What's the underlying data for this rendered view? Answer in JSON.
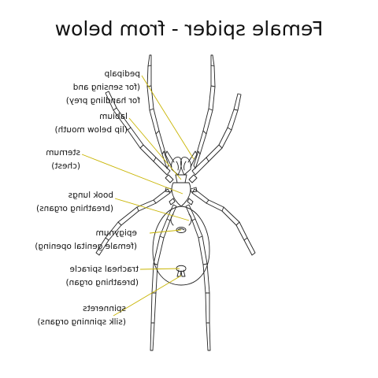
{
  "diagram": {
    "title": "Female spider - from below",
    "colors": {
      "leader_line": "#c8b400",
      "outline": "#222222",
      "text": "#111111"
    },
    "labels": [
      {
        "id": "pedipalp",
        "name": "pedipalp",
        "desc": "(for sensing and",
        "desc2": "for handling prey)"
      },
      {
        "id": "labium",
        "name": "labium",
        "desc": "(lip below mouth)"
      },
      {
        "id": "sternum",
        "name": "sternum",
        "desc": "(chest)"
      },
      {
        "id": "book-lungs",
        "name": "book lungs",
        "desc": "(breathing organs)"
      },
      {
        "id": "epigynum",
        "name": "epigynum",
        "desc": "(female genital opening)"
      },
      {
        "id": "tracheal-spiracle",
        "name": "tracheal spiracle",
        "desc": "(breathing organ)"
      },
      {
        "id": "spinnerets",
        "name": "spinnerets",
        "desc": "(silk spinning organs)"
      }
    ]
  }
}
